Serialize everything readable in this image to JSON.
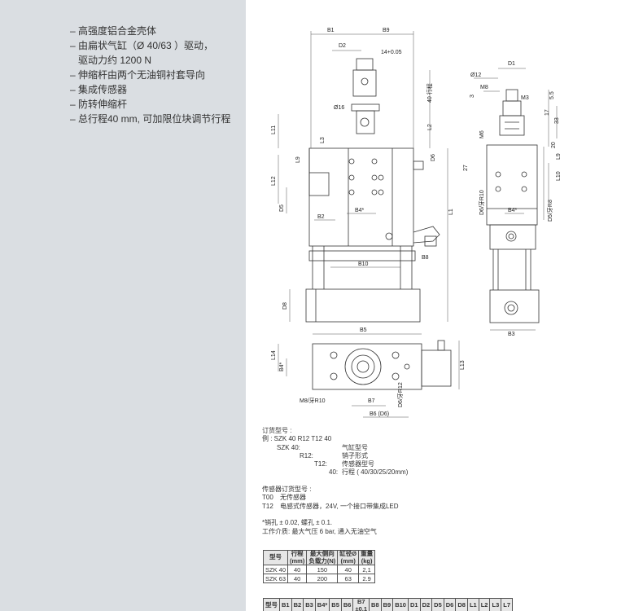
{
  "features": [
    "高强度铝合金壳体",
    "由扁状气缸（Ø 40/63 ）驱动，",
    "驱动力约 1200 N",
    "伸缩杆由两个无油铜衬套导向",
    "集成传感器",
    "防转伸缩杆",
    "总行程40 mm, 可加限位块调节行程"
  ],
  "feature_dashes": [
    "–",
    "–",
    "",
    "–",
    "–",
    "–",
    "–"
  ],
  "dims": {
    "B1": "B1",
    "B9": "B9",
    "D2": "D2",
    "tol14": "14+0.05",
    "f40": "40 行程",
    "D16": "Ø16",
    "L2": "L2",
    "L11": "L11",
    "L3": "L3",
    "L9": "L9",
    "D6": "D6",
    "L12": "L12",
    "D5": "D5",
    "B2": "B2",
    "B4": "B4*",
    "L1": "L1",
    "B8": "B8",
    "B10": "B10",
    "D8": "D8",
    "B5": "B5",
    "L14": "L14",
    "L13": "L13",
    "M8R10": "M8/牙R10",
    "B7": "B7",
    "D6R12": "D6/牙R12",
    "B6D6": "B6 (D6)",
    "D1": "D1",
    "D12": "Ø12",
    "M8": "M8",
    "M3": "M3",
    "n3": "3",
    "n55": "5.5",
    "n17": "17",
    "n33": "33",
    "n20": "20",
    "n27": "27",
    "M6": "M6",
    "D6R10": "D6/牙R10",
    "B4s": "B4*",
    "D5R8": "D5/牙R8",
    "L10": "L10",
    "L9b": "L9",
    "B3": "B3"
  },
  "order": {
    "title": "订货型号 :",
    "example": "例 : SZK 40 R12 T12 40",
    "rows": [
      {
        "k": "SZK 40:",
        "v": "气缸型号"
      },
      {
        "k": "R12:",
        "v": "销子形式"
      },
      {
        "k": "T12:",
        "v": "传感器型号"
      },
      {
        "k": "40:",
        "v": "行程 ( 40/30/25/20mm)"
      }
    ],
    "sensor_title": "传感器订货型号 :",
    "sensors": [
      {
        "k": "T00",
        "v": "无传感器"
      },
      {
        "k": "T12",
        "v": "电感式传感器，24V,  一个接口带集成LED"
      }
    ],
    "note1": "*销孔 ± 0.02, 螺孔 ± 0.1.",
    "note2": "工作介质: 最大气压 6 bar, 通入无油空气"
  },
  "table1": {
    "headers": [
      "型号",
      "行程\n(mm)",
      "最大侧向\n负载力(N)",
      "缸径Ø\n(mm)",
      "重量\n(kg)"
    ],
    "rows": [
      [
        "SZK 40",
        "40",
        "150",
        "40",
        "2,1"
      ],
      [
        "SZK 63",
        "40",
        "200",
        "63",
        "2.9"
      ]
    ]
  },
  "table2": {
    "headers": [
      "型号",
      "B1",
      "B2",
      "B3",
      "B4*",
      "B5",
      "B6",
      "B7\n±0.1",
      "B8",
      "B9",
      "B10",
      "D1",
      "D2",
      "D5",
      "D6",
      "D8",
      "L1",
      "L2",
      "L3",
      "L7"
    ]
  }
}
